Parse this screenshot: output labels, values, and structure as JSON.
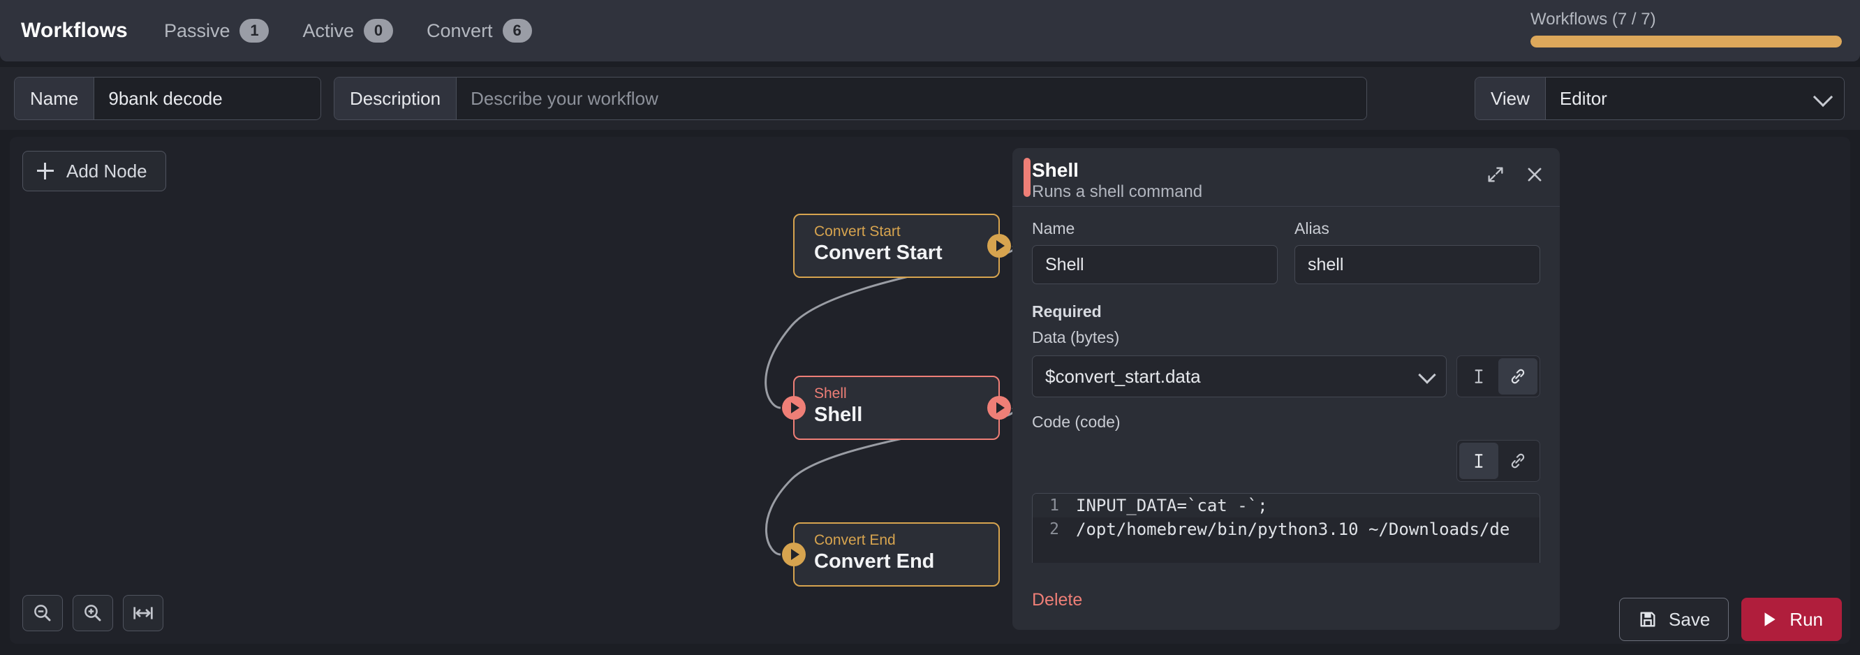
{
  "header": {
    "brand": "Workflows",
    "tabs": [
      {
        "label": "Passive",
        "count": "1"
      },
      {
        "label": "Active",
        "count": "0"
      },
      {
        "label": "Convert",
        "count": "6"
      }
    ],
    "meter": {
      "label": "Workflows (7 / 7)",
      "percent": 100,
      "color": "#dda85b"
    }
  },
  "toolbar": {
    "name_label": "Name",
    "name_value": "9bank decode",
    "description_label": "Description",
    "description_value": "",
    "description_placeholder": "Describe your workflow",
    "view_label": "View",
    "view_value": "Editor"
  },
  "canvas": {
    "add_node_label": "Add Node",
    "nodes": [
      {
        "kind": "Convert Start",
        "title": "Convert Start",
        "color": "#d7a44f"
      },
      {
        "kind": "Shell",
        "title": "Shell",
        "color": "#ef7f77"
      },
      {
        "kind": "Convert End",
        "title": "Convert End",
        "color": "#d7a44f"
      }
    ],
    "zoom_controls": [
      "zoom-out-icon",
      "zoom-in-icon",
      "fit-to-width-icon"
    ]
  },
  "panel": {
    "title": "Shell",
    "subtitle": "Runs a shell command",
    "accent_color": "#ef7f77",
    "expand_icon": "expand-icon",
    "close_icon": "close-icon",
    "name_label": "Name",
    "name_value": "Shell",
    "alias_label": "Alias",
    "alias_value": "shell",
    "required_label": "Required",
    "data_label": "Data (bytes)",
    "data_value": "$convert_start.data",
    "code_label": "Code (code)",
    "code_lines": [
      {
        "n": "1",
        "text": "INPUT_DATA=`cat -`;"
      },
      {
        "n": "2",
        "text": "/opt/homebrew/bin/python3.10 ~/Downloads/de"
      }
    ],
    "delete_label": "Delete"
  },
  "actions": {
    "save_label": "Save",
    "run_label": "Run",
    "run_color": "#b01e3c"
  }
}
